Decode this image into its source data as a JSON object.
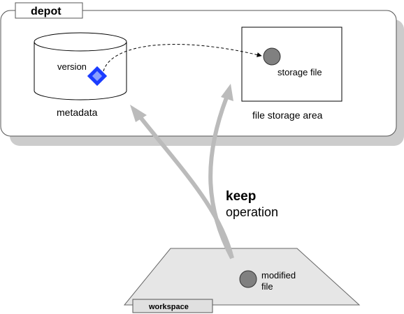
{
  "depot": {
    "tab_label": "depot",
    "metadata_label": "metadata",
    "version_label": "version",
    "storage_area_label": "file storage area",
    "storage_file_label": "storage file"
  },
  "operation": {
    "name": "keep",
    "word": "operation"
  },
  "workspace": {
    "tab_label": "workspace",
    "file_label_line1": "modified",
    "file_label_line2": "file"
  },
  "colors": {
    "shadow": "#cccccc",
    "arrow": "#bbbbbb",
    "file_circle": "#808080",
    "version_diamond": "#1a3cff",
    "version_diamond_inner": "#8aa0ff",
    "workspace_fill": "#e6e6e6"
  }
}
